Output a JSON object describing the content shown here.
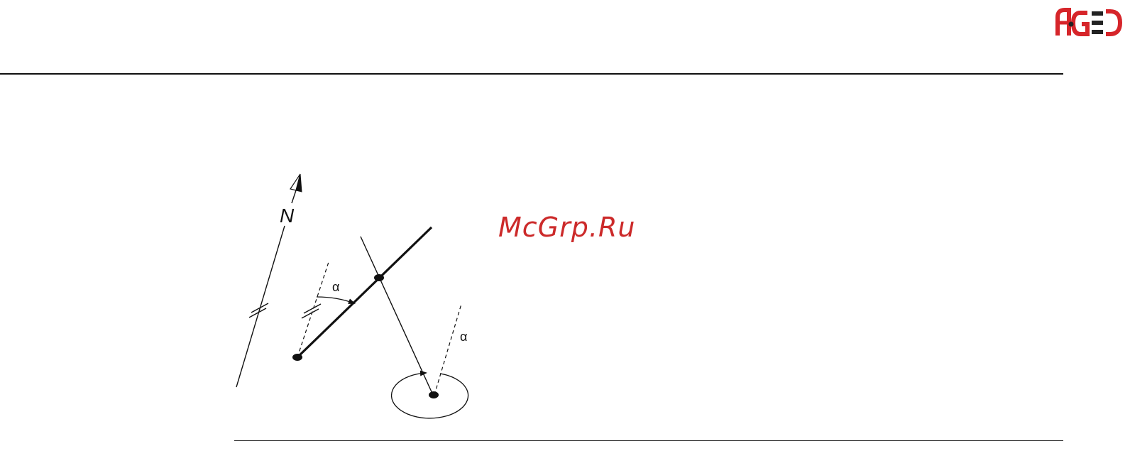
{
  "header": {
    "logo_text": "AGED"
  },
  "watermark": {
    "text": "McGrp.Ru"
  },
  "diagram": {
    "north_label": "N",
    "angle_label_upper": "α",
    "angle_label_lower": "α"
  },
  "colors": {
    "brand_red": "#d6252a",
    "rule": "#111111",
    "watermark_red": "#cc2a2a"
  }
}
